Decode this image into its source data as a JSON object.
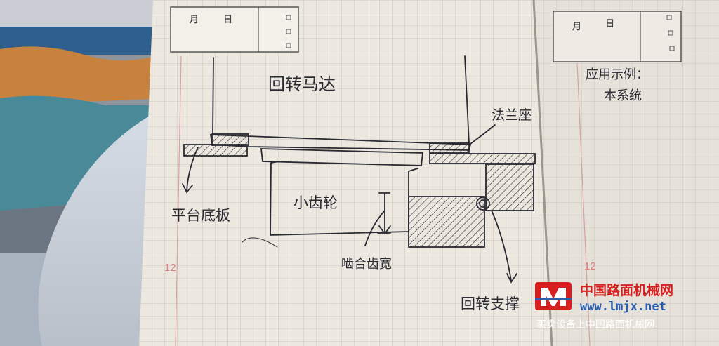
{
  "left_page": {
    "header": {
      "month": "月",
      "day": "日"
    },
    "labels": {
      "rotary_motor": "回转马达",
      "flange_seat": "法兰座",
      "pinion": "小齿轮",
      "platform_base": "平台底板",
      "mesh_width": "啮合齿宽",
      "slewing_support": "回转支撑"
    },
    "page_number": "12"
  },
  "right_page": {
    "header": {
      "month": "月",
      "day": "日"
    },
    "notes": [
      "应用示例：",
      "本系统"
    ],
    "page_number": "12"
  },
  "watermark": {
    "name_cn": "中国路面机械网",
    "url": "www.lmjx.net",
    "slogan": "买卖设备上中国路面机械网"
  },
  "colors": {
    "paper": "#ebe7df",
    "grid": "#c7c1b8",
    "ink": "#2a2a33",
    "page_number": "#d98080",
    "logo_red": "#d62020",
    "logo_blue": "#2a5fb0"
  }
}
